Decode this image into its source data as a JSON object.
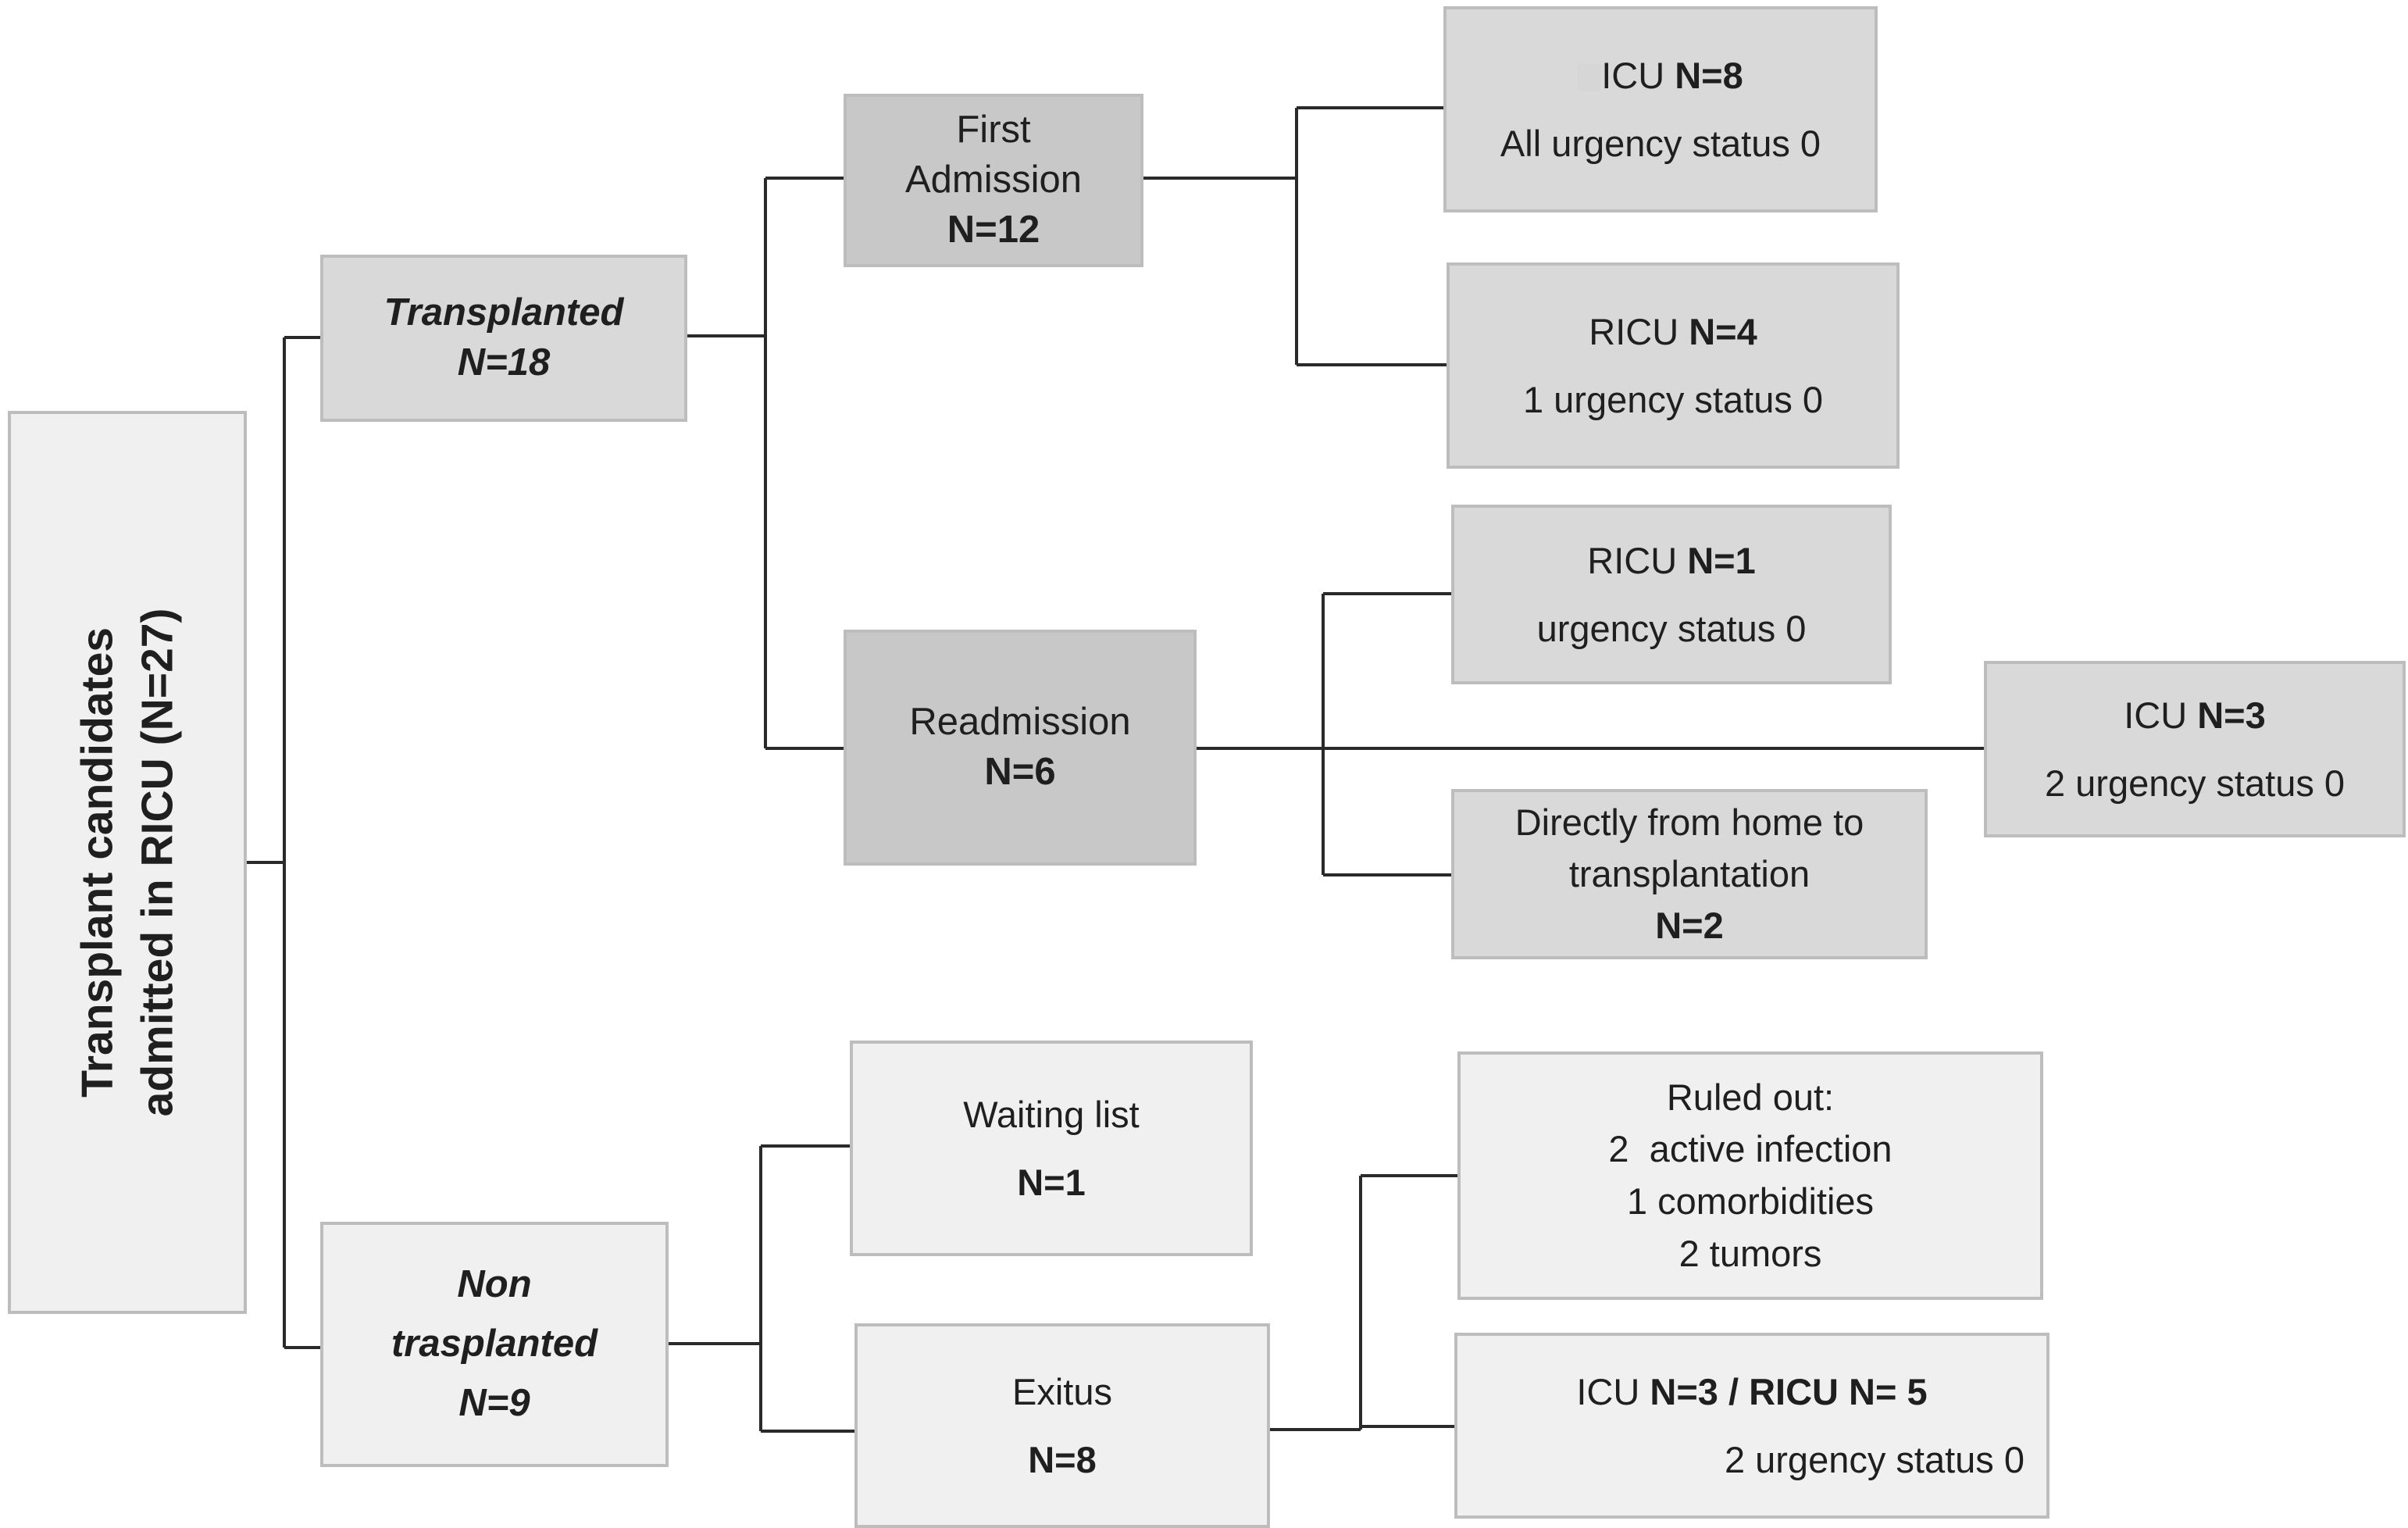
{
  "root": {
    "line1": "Transplant candidates",
    "line2": "admitted in RICU (N=27)"
  },
  "transplanted": {
    "label": "Transplanted",
    "count": "N=18",
    "first_admission": {
      "line1": "First",
      "line2": "Admission",
      "count": "N=12",
      "ricu_a": {
        "unit": "ICU",
        "count": "N=8",
        "detail": "All urgency status 0"
      },
      "ricu_b": {
        "unit": "RICU",
        "count": "N=4",
        "detail": "1 urgency status 0"
      }
    },
    "readmission": {
      "label": "Readmission",
      "count": "N=6",
      "ricu": {
        "unit": "RICU",
        "count": "N=1",
        "detail": "urgency status 0"
      },
      "icu": {
        "unit": "ICU",
        "count": "N=3",
        "detail": "2 urgency status 0"
      },
      "home": {
        "line1": "Directly from home to",
        "line2": "transplantation",
        "count": "N=2"
      }
    }
  },
  "non_transplanted": {
    "line1": "Non",
    "line2": "trasplanted",
    "count": "N=9",
    "waiting_list": {
      "label": "Waiting list",
      "count": "N=1"
    },
    "exitus": {
      "label": "Exitus",
      "count": "N=8",
      "ruled_out": {
        "title": "Ruled out:",
        "reasons": [
          "2  active infection",
          "1 comorbidities",
          "2 tumors"
        ]
      },
      "icu_ricu": {
        "icu_unit": "ICU",
        "icu_count": "N=3 /",
        "ricu_unit": "RICU",
        "ricu_count": "N= 5",
        "detail": "2 urgency status 0"
      }
    }
  }
}
